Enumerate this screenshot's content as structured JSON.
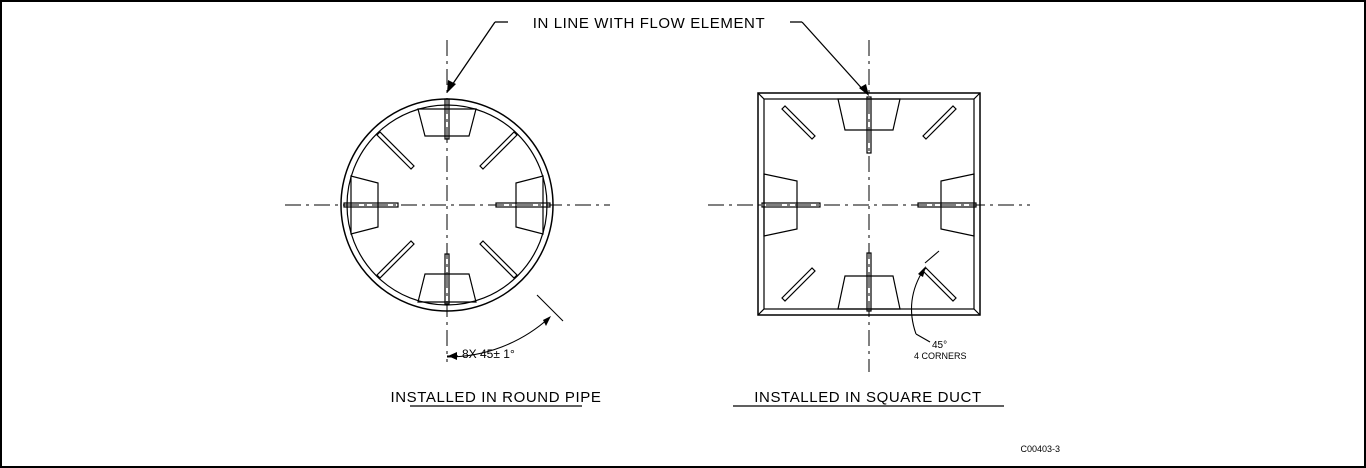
{
  "callout": {
    "text": "IN LINE WITH FLOW ELEMENT"
  },
  "round_view": {
    "title": "INSTALLED IN ROUND PIPE",
    "angle_label": "8X 45± 1°"
  },
  "square_view": {
    "title": "INSTALLED IN SQUARE DUCT",
    "angle_label": "45°",
    "corner_label": "4 CORNERS"
  },
  "drawing_number": "C00403-3",
  "colors": {
    "line": "#000000",
    "background": "#ffffff"
  }
}
